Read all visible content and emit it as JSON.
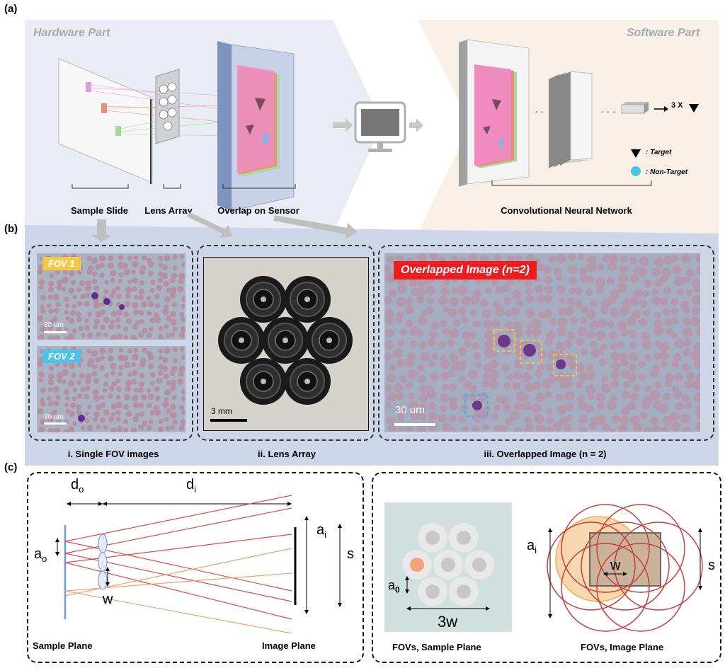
{
  "panel_labels": {
    "a": "(a)",
    "b": "(b)",
    "c": "(c)"
  },
  "hardware": {
    "title": "Hardware Part",
    "labels": [
      "Sample Slide",
      "Lens Array",
      "Overlap on Sensor"
    ]
  },
  "software": {
    "title": "Software Part",
    "cnn_label": "Convolutional Neural Network",
    "output_label": "3 X",
    "legend": {
      "target": ": Target",
      "non_target": ": Non-Target"
    },
    "dots": "· · ·"
  },
  "panel_b": {
    "fov1": {
      "tag": "FOV 1",
      "scale": "30 um"
    },
    "fov2": {
      "tag": "FOV 2",
      "scale": "30 um"
    },
    "lens_scale": "3 mm",
    "overlap_tag": "Overlapped Image (n=2)",
    "overlap_scale": "30 um",
    "captions": [
      "i. Single FOV images",
      "ii. Lens Array",
      "iii. Overlapped Image (n = 2)"
    ]
  },
  "panel_c": {
    "left": {
      "d_o": "d",
      "d_o_sub": "o",
      "d_i": "d",
      "d_i_sub": "i",
      "a_o": "a",
      "a_o_sub": "o",
      "a_i": "a",
      "a_i_sub": "i",
      "s": "s",
      "w": "w",
      "sample_plane": "Sample Plane",
      "image_plane": "Image Plane"
    },
    "right": {
      "a_0": "a",
      "a_0_sub": "0",
      "three_w": "3w",
      "a_i": "a",
      "a_i_sub": "i",
      "w": "w",
      "s": "s",
      "fov_sample": "FOVs, Sample Plane",
      "fov_image": "FOVs, Image Plane"
    }
  },
  "colors": {
    "hardware_bg": "#e8ecf3",
    "software_bg": "#f8f0e6",
    "panel_b_bg": "#c9d3e6",
    "fov1_tag": "#f2c94c",
    "fov2_tag": "#4ec3e8",
    "overlap_tag": "#ee1c1c",
    "target_box": "#f2c14e",
    "non_target_box": "#3ab7e6",
    "ray_red": "#e04848",
    "ray_orange": "#f0a070",
    "lens_blue": "#7aa4d8"
  }
}
